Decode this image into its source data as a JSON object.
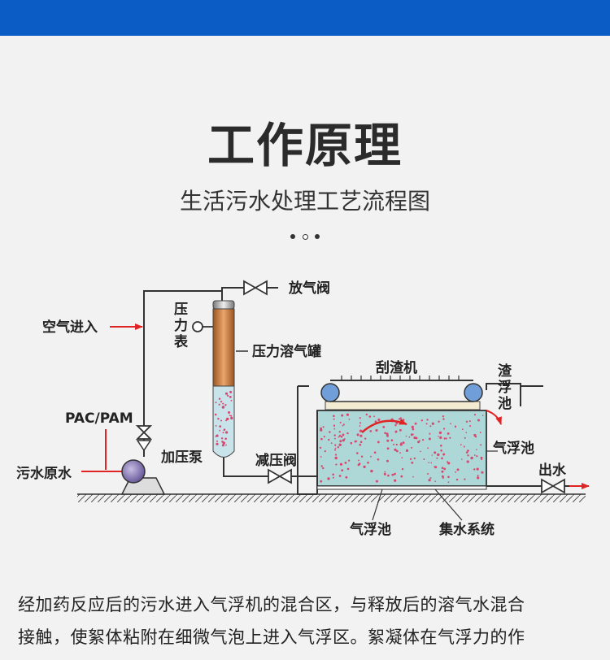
{
  "header": {
    "title": "工作原理",
    "subtitle": "生活污水处理工艺流程图"
  },
  "diagram": {
    "labels": {
      "vent_valve": "放气阀",
      "air_inlet": "空气进入",
      "pressure_gauge_1": "压",
      "pressure_gauge_2": "力",
      "pressure_gauge_3": "表",
      "pressure_tank": "压力溶气罐",
      "scraper": "刮渣机",
      "sludge_tank_1": "渣",
      "sludge_tank_2": "浮",
      "sludge_tank_3": "池",
      "pac_pam": "PAC/PAM",
      "pressure_pump": "加压泵",
      "float_tank_right": "气浮池",
      "raw_sewage": "污水原水",
      "reducing_valve": "减压阀",
      "outlet": "出水",
      "float_tank_bottom": "气浮池",
      "water_collection": "集水系统"
    },
    "colors": {
      "water": "#aed8d8",
      "tank_core": "#c8763a",
      "arrow": "#e02424",
      "pump": "#8a7bb3"
    }
  },
  "description": {
    "line1": "经加药反应后的污水进入气浮机的混合区，与释放后的溶气水混合",
    "line2": "接触，使絮体粘附在细微气泡上进入气浮区。絮凝体在气浮力的作"
  }
}
